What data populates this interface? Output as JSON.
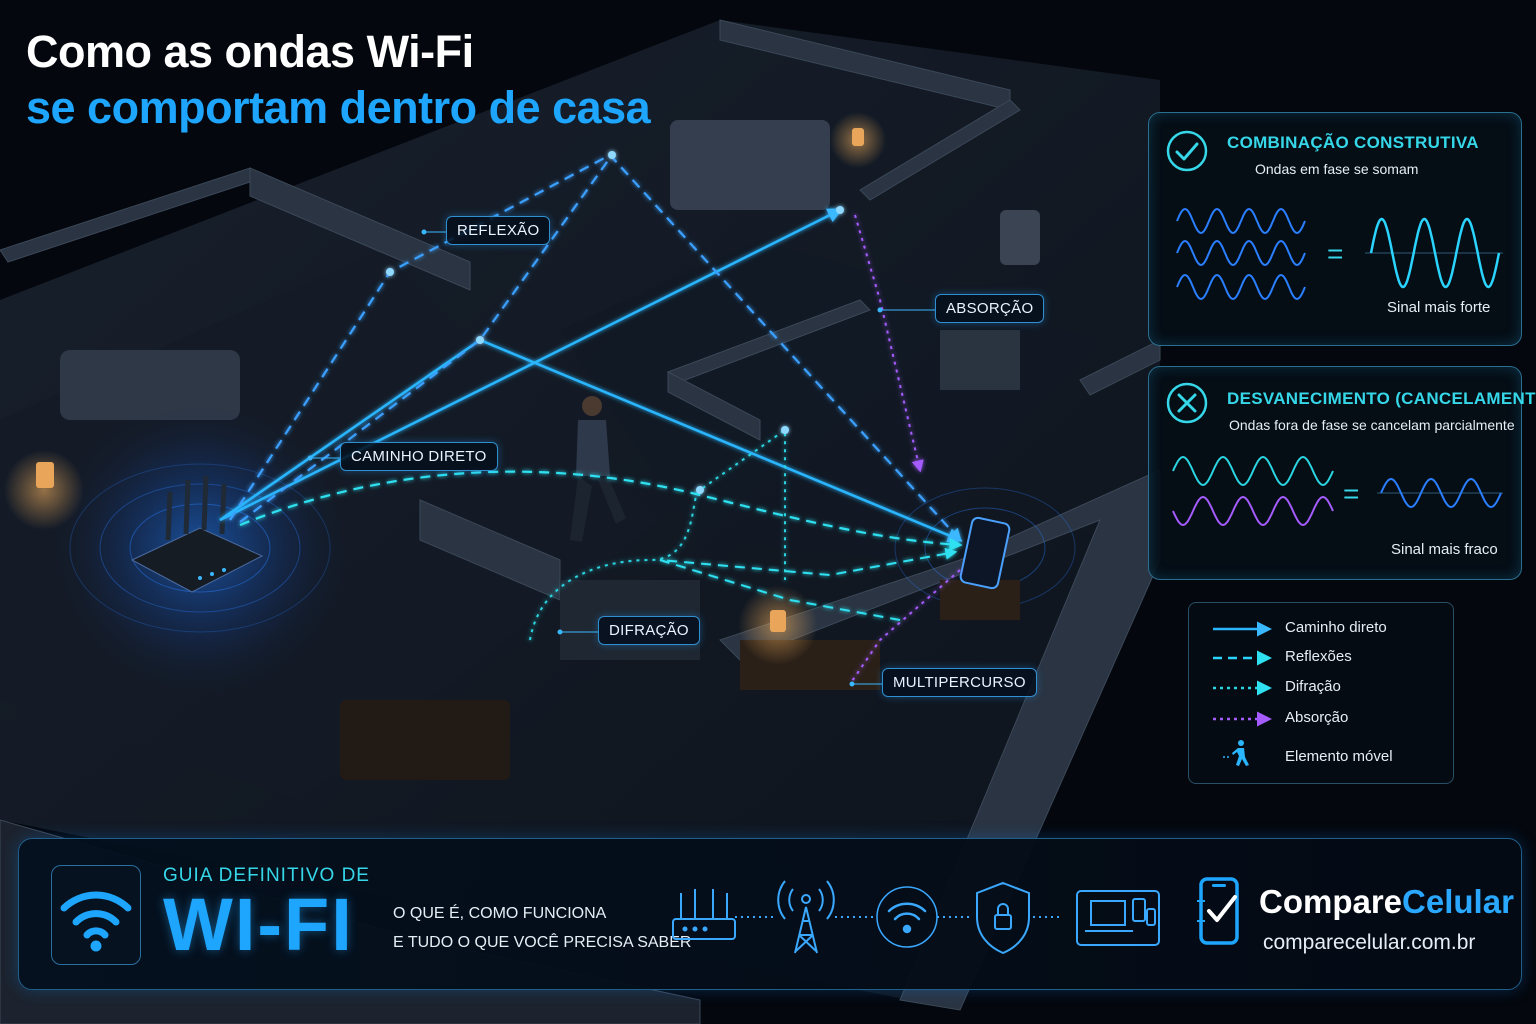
{
  "title": {
    "line1": "Como as ondas Wi-Fi",
    "line2": "se comportam dentro de casa"
  },
  "labels": {
    "reflexao": "REFLEXÃO",
    "absorcao": "ABSORÇÃO",
    "caminho_direto": "CAMINHO DIRETO",
    "difracao": "DIFRAÇÃO",
    "multipercurso": "MULTIPERCURSO"
  },
  "panels": {
    "constructive": {
      "title": "COMBINAÇÃO CONSTRUTIVA",
      "subtitle": "Ondas em fase se somam",
      "equals": "=",
      "result": "Sinal mais forte"
    },
    "fading": {
      "title": "DESVANECIMENTO (CANCELAMENTO)",
      "subtitle": "Ondas fora de fase se cancelam parcialmente",
      "equals": "=",
      "result": "Sinal mais fraco"
    }
  },
  "legend": {
    "items": [
      {
        "label": "Caminho direto",
        "style": "solid",
        "color": "#2ab6ff"
      },
      {
        "label": "Reflexões",
        "style": "dashed",
        "color": "#2ad4ff"
      },
      {
        "label": "Difração",
        "style": "dotted",
        "color": "#2ad4e0"
      },
      {
        "label": "Absorção",
        "style": "dotted",
        "color": "#a55cff"
      },
      {
        "label": "Elemento móvel",
        "style": "icon",
        "color": "#2ab6ff"
      }
    ]
  },
  "banner": {
    "kicker": "GUIA DEFINITIVO DE",
    "big": "WI-FI",
    "desc_line1": "O QUE É, COMO FUNCIONA",
    "desc_line2": "E TUDO O QUE VOCÊ PRECISA SABER",
    "icons": [
      "router-icon",
      "tower-icon",
      "wifi-icon",
      "shield-lock-icon",
      "devices-icon"
    ],
    "brand_part1": "Compare",
    "brand_part2": "Celular",
    "site": "comparecelular.com.br"
  },
  "colors": {
    "accent": "#1ea6ff",
    "cyan": "#35d7e8",
    "purple": "#a55cff",
    "background": "#04070d"
  }
}
